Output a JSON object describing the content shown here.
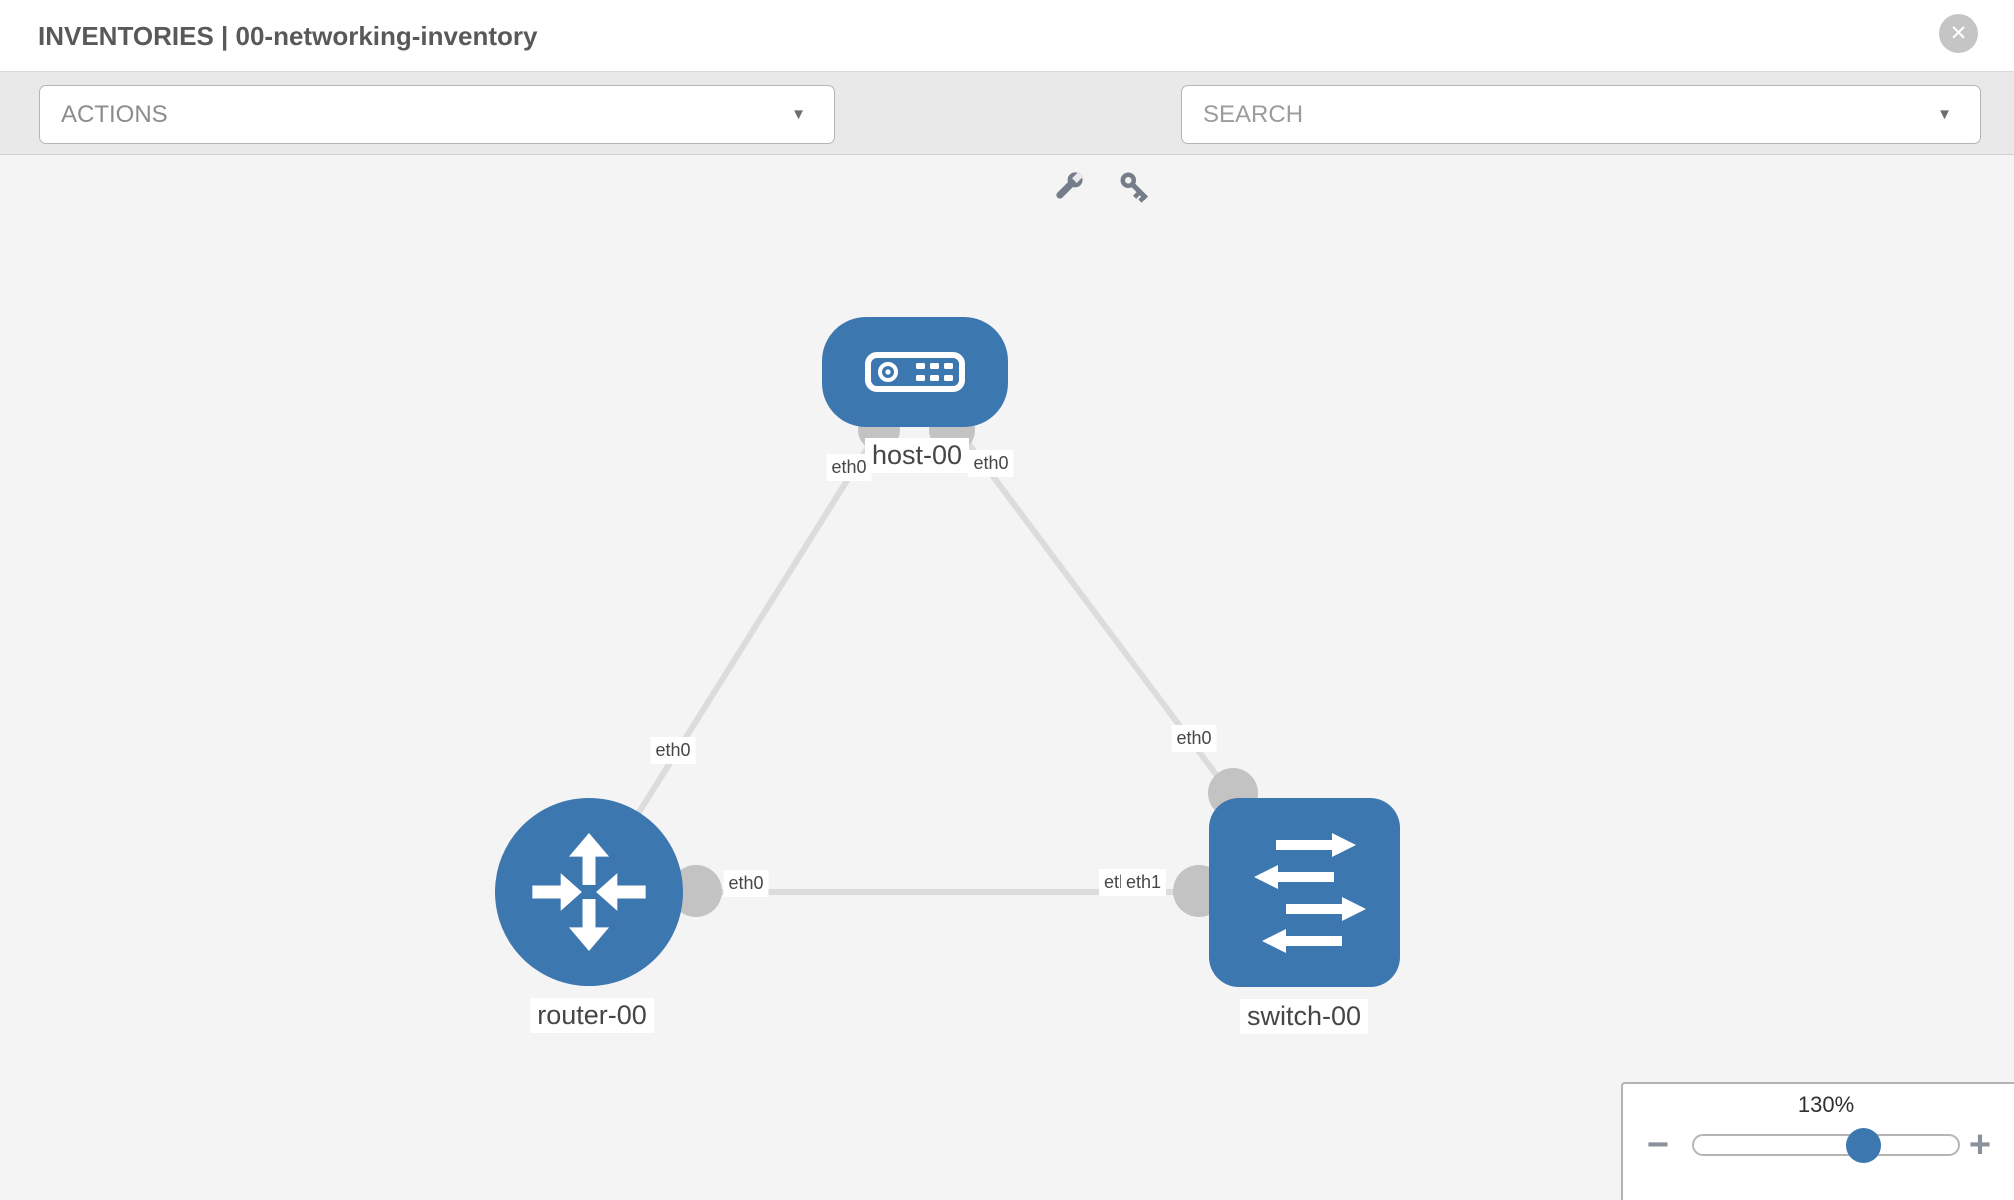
{
  "header": {
    "section": "INVENTORIES",
    "separator": " | ",
    "inventory_name": "00-networking-inventory"
  },
  "toolbar": {
    "actions_label": "ACTIONS",
    "search_placeholder": "SEARCH"
  },
  "glyphs": {
    "close": "✕",
    "caret_down": "▼",
    "minus": "−",
    "plus": "+"
  },
  "topology": {
    "nodes": [
      {
        "name": "host-00",
        "type": "host"
      },
      {
        "name": "router-00",
        "type": "router"
      },
      {
        "name": "switch-00",
        "type": "switch"
      }
    ],
    "links": [
      {
        "from": "host-00",
        "to": "router-00",
        "from_interface": "eth0",
        "to_interface": "eth0"
      },
      {
        "from": "host-00",
        "to": "switch-00",
        "from_interface": "eth0",
        "to_interface": "eth0"
      },
      {
        "from": "router-00",
        "to": "switch-00",
        "from_interface": "eth0",
        "to_interface": "eth1"
      }
    ],
    "interface_labels": [
      {
        "text": "eth0",
        "position": "host-left"
      },
      {
        "text": "eth0",
        "position": "host-right"
      },
      {
        "text": "eth0",
        "position": "above-router"
      },
      {
        "text": "eth0",
        "position": "above-switch"
      },
      {
        "text": "eth0",
        "position": "right-of-router"
      },
      {
        "text": "eth0",
        "position": "left-of-switch-under"
      },
      {
        "text": "eth1",
        "position": "left-of-switch-over"
      }
    ]
  },
  "zoom_control": {
    "level": "130%",
    "level_percent": 130
  },
  "colors": {
    "node_blue": "#3c77b0",
    "link_gray": "#dcdcdc",
    "port_gray": "#c3c3c3",
    "canvas_bg": "#f4f4f5",
    "toolbar_bg": "#e9e9ea",
    "title_text": "#595959"
  }
}
